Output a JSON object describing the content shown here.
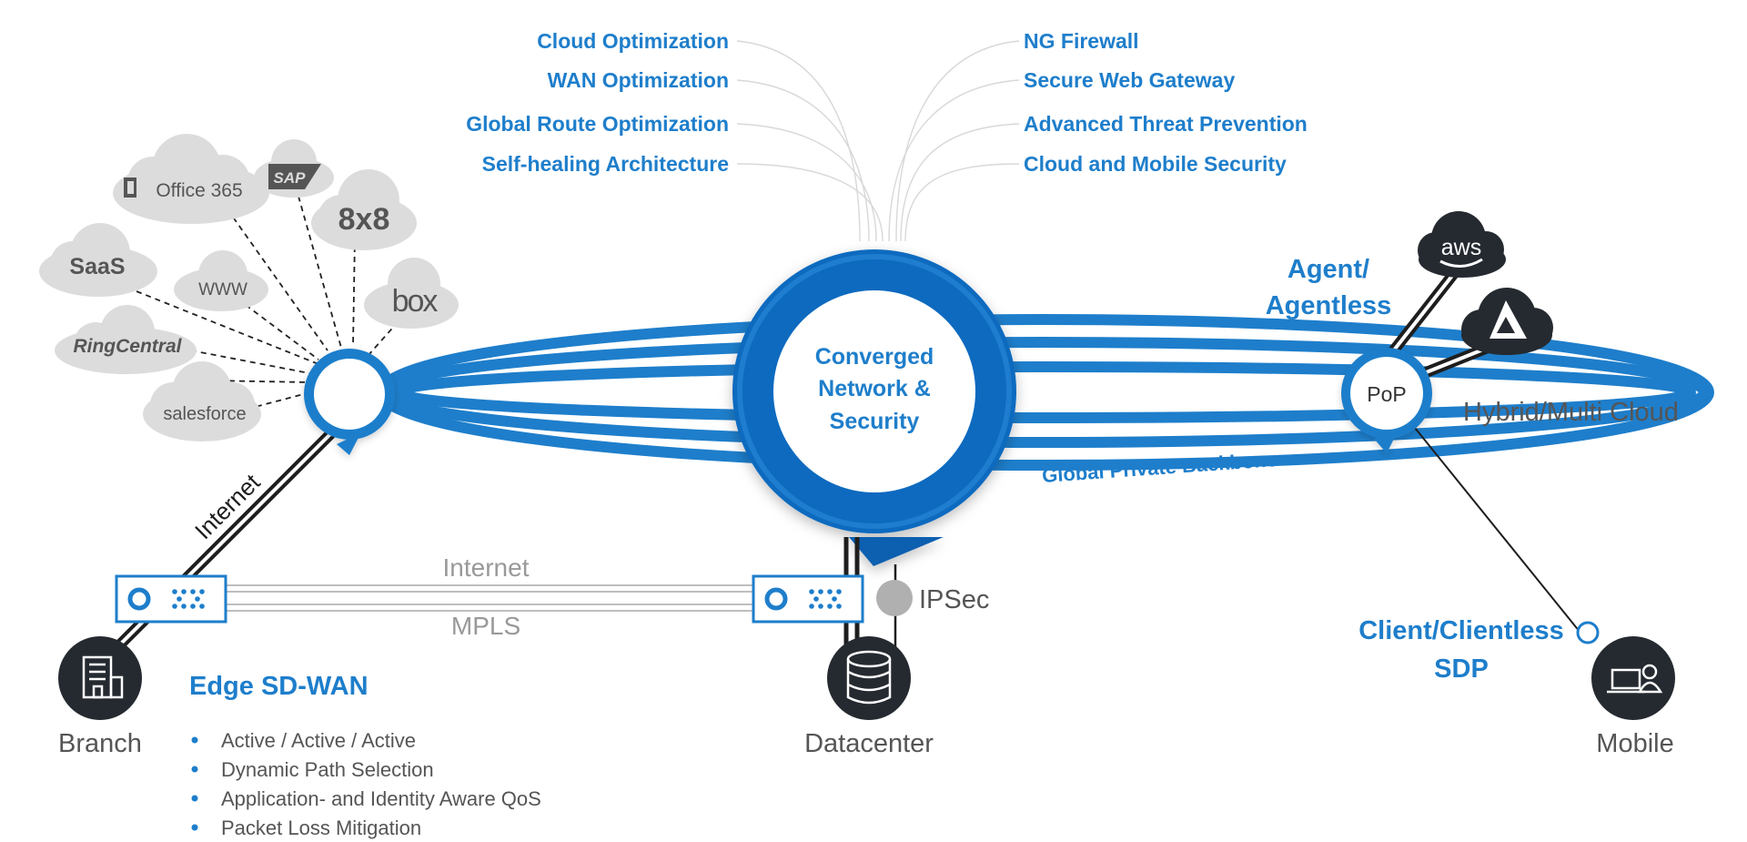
{
  "colors": {
    "brand_blue": "#1e7ecb",
    "dark_blue": "#0b5fb0",
    "node_dark": "#252a30",
    "cloud_gray": "#dcdcdc",
    "text_gray": "#555555",
    "line_gray": "#b5b5b5"
  },
  "left_capabilities": [
    "Cloud Optimization",
    "WAN Optimization",
    "Global Route Optimization",
    "Self-healing Architecture"
  ],
  "right_capabilities": [
    "NG Firewall",
    "Secure Web Gateway",
    "Advanced Threat Prevention",
    "Cloud and Mobile Security"
  ],
  "hub_label": {
    "line1": "Converged",
    "line2": "Network &",
    "line3": "Security"
  },
  "cloud_apps": {
    "office": "Office 365",
    "sap": "SAP",
    "eightx8": "8x8",
    "saas": "SaaS",
    "www": "WWW",
    "box": "box",
    "ringcentral": "RingCentral",
    "salesforce": "salesforce"
  },
  "pop_label": "PoP",
  "backbone_label": "Global Private Backbone",
  "agent_label": {
    "line1": "Agent/",
    "line2": "Agentless"
  },
  "hybrid_label": "Hybrid/Multi Cloud",
  "cloud_providers": {
    "aws": "aws"
  },
  "internet_diag_label": "Internet",
  "wan_labels": {
    "internet": "Internet",
    "mpls": "MPLS"
  },
  "ipsec_label": "IPSec",
  "client_label": {
    "line1": "Client/Clientless",
    "line2": "SDP"
  },
  "node_labels": {
    "branch": "Branch",
    "datacenter": "Datacenter",
    "mobile": "Mobile"
  },
  "edge_title": "Edge SD-WAN",
  "edge_features": [
    "Active / Active / Active",
    "Dynamic Path Selection",
    "Application- and Identity Aware QoS",
    "Packet Loss Mitigation"
  ]
}
